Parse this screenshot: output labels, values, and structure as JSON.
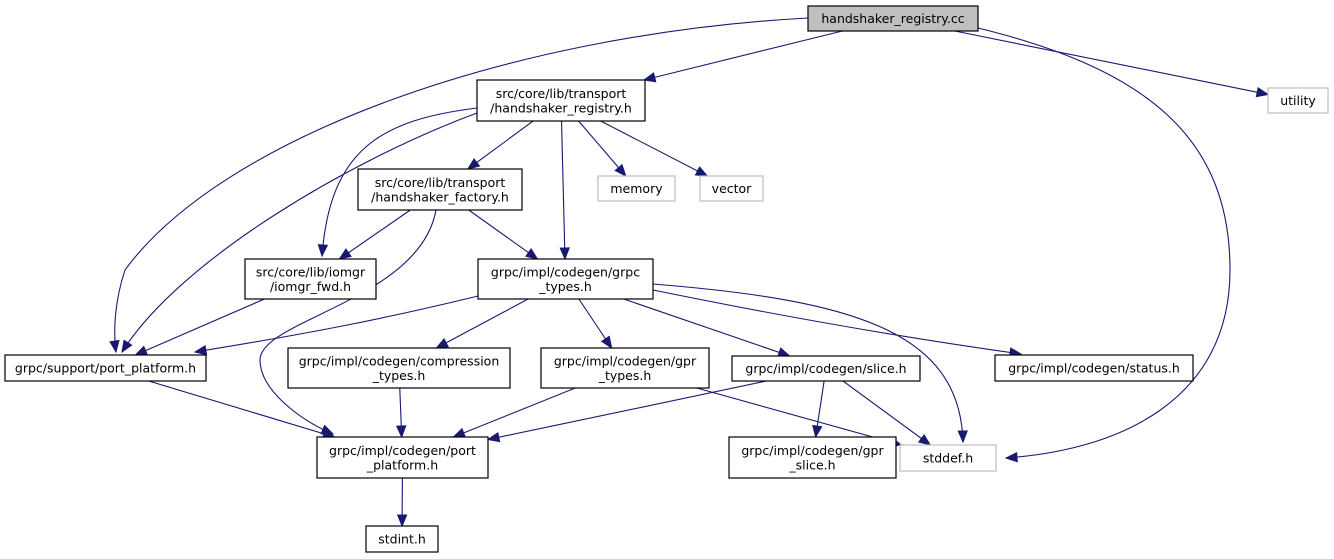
{
  "diagram": {
    "title": "handshaker_registry.cc include dependency graph",
    "edge_color": "#191970",
    "nodes": [
      {
        "id": "root",
        "lines": [
          "handshaker_registry.cc"
        ],
        "kind": "root"
      },
      {
        "id": "utility",
        "lines": [
          "utility"
        ],
        "kind": "external"
      },
      {
        "id": "hs_registry_h",
        "lines": [
          "src/core/lib/transport",
          "/handshaker_registry.h"
        ],
        "kind": "internal"
      },
      {
        "id": "memory",
        "lines": [
          "memory"
        ],
        "kind": "external"
      },
      {
        "id": "vector",
        "lines": [
          "vector"
        ],
        "kind": "external"
      },
      {
        "id": "hs_factory_h",
        "lines": [
          "src/core/lib/transport",
          "/handshaker_factory.h"
        ],
        "kind": "internal"
      },
      {
        "id": "iomgr_fwd_h",
        "lines": [
          "src/core/lib/iomgr",
          "/iomgr_fwd.h"
        ],
        "kind": "internal"
      },
      {
        "id": "grpc_types_h",
        "lines": [
          "grpc/impl/codegen/grpc",
          "_types.h"
        ],
        "kind": "internal"
      },
      {
        "id": "support_port_platform_h",
        "lines": [
          "grpc/support/port_platform.h"
        ],
        "kind": "internal"
      },
      {
        "id": "compression_types_h",
        "lines": [
          "grpc/impl/codegen/compression",
          "_types.h"
        ],
        "kind": "internal"
      },
      {
        "id": "gpr_types_h",
        "lines": [
          "grpc/impl/codegen/gpr",
          "_types.h"
        ],
        "kind": "internal"
      },
      {
        "id": "slice_h",
        "lines": [
          "grpc/impl/codegen/slice.h"
        ],
        "kind": "internal"
      },
      {
        "id": "status_h",
        "lines": [
          "grpc/impl/codegen/status.h"
        ],
        "kind": "internal"
      },
      {
        "id": "codegen_port_platform_h",
        "lines": [
          "grpc/impl/codegen/port",
          "_platform.h"
        ],
        "kind": "internal"
      },
      {
        "id": "gpr_slice_h",
        "lines": [
          "grpc/impl/codegen/gpr",
          "_slice.h"
        ],
        "kind": "internal"
      },
      {
        "id": "stddef_h",
        "lines": [
          "stddef.h"
        ],
        "kind": "external"
      },
      {
        "id": "stdint_h",
        "lines": [
          "stdint.h"
        ],
        "kind": "internal"
      }
    ],
    "edges": [
      {
        "from": "root",
        "to": "hs_registry_h"
      },
      {
        "from": "root",
        "to": "support_port_platform_h"
      },
      {
        "from": "root",
        "to": "utility"
      },
      {
        "from": "root",
        "to": "stddef_h"
      },
      {
        "from": "hs_registry_h",
        "to": "support_port_platform_h"
      },
      {
        "from": "hs_registry_h",
        "to": "hs_factory_h"
      },
      {
        "from": "hs_registry_h",
        "to": "memory"
      },
      {
        "from": "hs_registry_h",
        "to": "vector"
      },
      {
        "from": "hs_registry_h",
        "to": "iomgr_fwd_h"
      },
      {
        "from": "hs_registry_h",
        "to": "grpc_types_h"
      },
      {
        "from": "hs_factory_h",
        "to": "iomgr_fwd_h"
      },
      {
        "from": "hs_factory_h",
        "to": "grpc_types_h"
      },
      {
        "from": "hs_factory_h",
        "to": "codegen_port_platform_h"
      },
      {
        "from": "iomgr_fwd_h",
        "to": "support_port_platform_h"
      },
      {
        "from": "grpc_types_h",
        "to": "support_port_platform_h"
      },
      {
        "from": "grpc_types_h",
        "to": "compression_types_h"
      },
      {
        "from": "grpc_types_h",
        "to": "gpr_types_h"
      },
      {
        "from": "grpc_types_h",
        "to": "slice_h"
      },
      {
        "from": "grpc_types_h",
        "to": "status_h"
      },
      {
        "from": "grpc_types_h",
        "to": "stddef_h"
      },
      {
        "from": "support_port_platform_h",
        "to": "codegen_port_platform_h"
      },
      {
        "from": "compression_types_h",
        "to": "codegen_port_platform_h"
      },
      {
        "from": "gpr_types_h",
        "to": "codegen_port_platform_h"
      },
      {
        "from": "gpr_types_h",
        "to": "stddef_h"
      },
      {
        "from": "slice_h",
        "to": "codegen_port_platform_h"
      },
      {
        "from": "slice_h",
        "to": "gpr_slice_h"
      },
      {
        "from": "slice_h",
        "to": "stddef_h"
      },
      {
        "from": "codegen_port_platform_h",
        "to": "stdint_h"
      }
    ]
  }
}
